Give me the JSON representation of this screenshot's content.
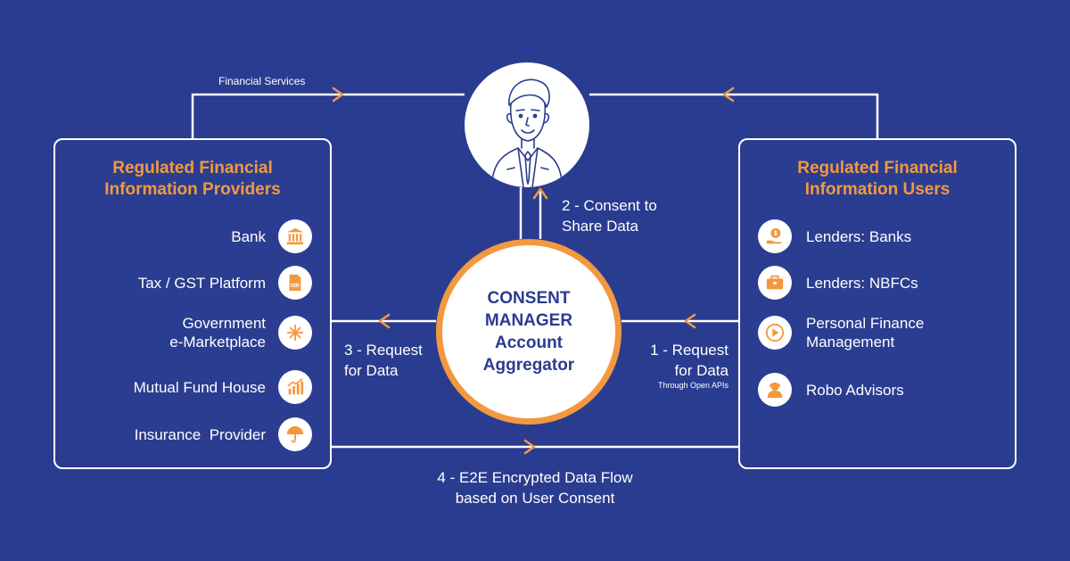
{
  "top_flow": {
    "label": "Financial Services"
  },
  "consent_step": {
    "line1": "2 - Consent to",
    "line2": "Share Data"
  },
  "providers": {
    "title_line1": "Regulated Financial",
    "title_line2": "Information Providers",
    "items": [
      {
        "label": [
          "Bank"
        ],
        "icon": "bank-icon"
      },
      {
        "label": [
          "Tax / GST Platform"
        ],
        "icon": "tax-document-icon"
      },
      {
        "label": [
          "Government",
          "e-Marketplace"
        ],
        "icon": "marketplace-icon"
      },
      {
        "label": [
          "Mutual Fund House"
        ],
        "icon": "growth-chart-icon"
      },
      {
        "label": [
          "Insurance  Provider"
        ],
        "icon": "umbrella-icon"
      }
    ]
  },
  "users": {
    "title_line1": "Regulated Financial",
    "title_line2": "Information Users",
    "items": [
      {
        "label": [
          "Lenders: Banks"
        ],
        "icon": "money-hand-icon"
      },
      {
        "label": [
          "Lenders: NBFCs"
        ],
        "icon": "briefcase-icon"
      },
      {
        "label": [
          "Personal Finance",
          "Management"
        ],
        "icon": "play-icon"
      },
      {
        "label": [
          "Robo Advisors"
        ],
        "icon": "advisor-icon"
      }
    ]
  },
  "consent_manager": {
    "line1": "CONSENT",
    "line2": "MANAGER",
    "line3": "Account",
    "line4": "Aggregator"
  },
  "request_fiu": {
    "line1": "1 - Request",
    "line2": "for Data",
    "note": "Through Open APIs"
  },
  "request_fip": {
    "line1": "3 - Request",
    "line2": "for Data"
  },
  "data_flow": {
    "line1": "4 - E2E Encrypted Data Flow",
    "line2": "based on User Consent"
  },
  "colors": {
    "background": "#2a3c8f",
    "accent": "#f2993f",
    "line": "#ffffff"
  }
}
